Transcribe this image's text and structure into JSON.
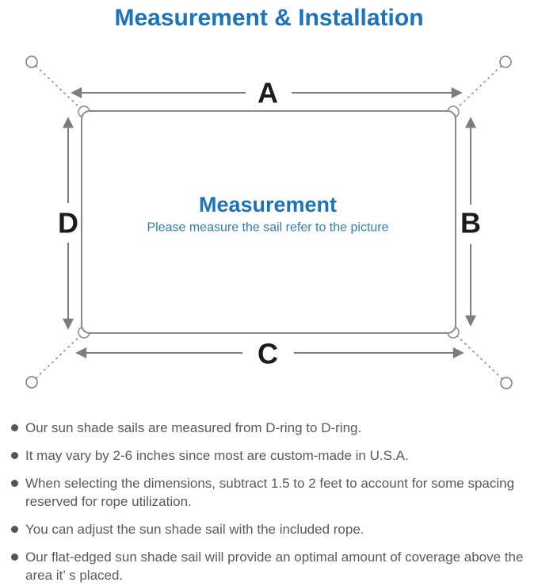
{
  "title": "Measurement & Installation",
  "diagram": {
    "dimension_labels": {
      "top": "A",
      "right": "B",
      "bottom": "C",
      "left": "D"
    },
    "center_title": "Measurement",
    "center_subtitle": "Please measure the sail refer to the picture"
  },
  "colors": {
    "title_blue": "#1b73b9",
    "center_title_blue": "#1b73b9",
    "subtitle_blue": "#2e7eb3",
    "line_gray": "#8a8a8a",
    "arrow_gray": "#7d7d7d",
    "dimension_label_black": "#1c1c1c",
    "bullet_text_gray": "#5a5a5a"
  },
  "bullets": [
    "Our sun shade sails are measured from D-ring to D-ring.",
    "It may vary by 2-6 inches since most are custom-made in U.S.A.",
    "When selecting the dimensions, subtract 1.5 to 2 feet to account for some spacing reserved for rope utilization.",
    "You can adjust the sun shade sail with the included rope.",
    "Our flat-edged sun shade sail will provide an optimal amount of coverage above the area it’ s placed."
  ]
}
